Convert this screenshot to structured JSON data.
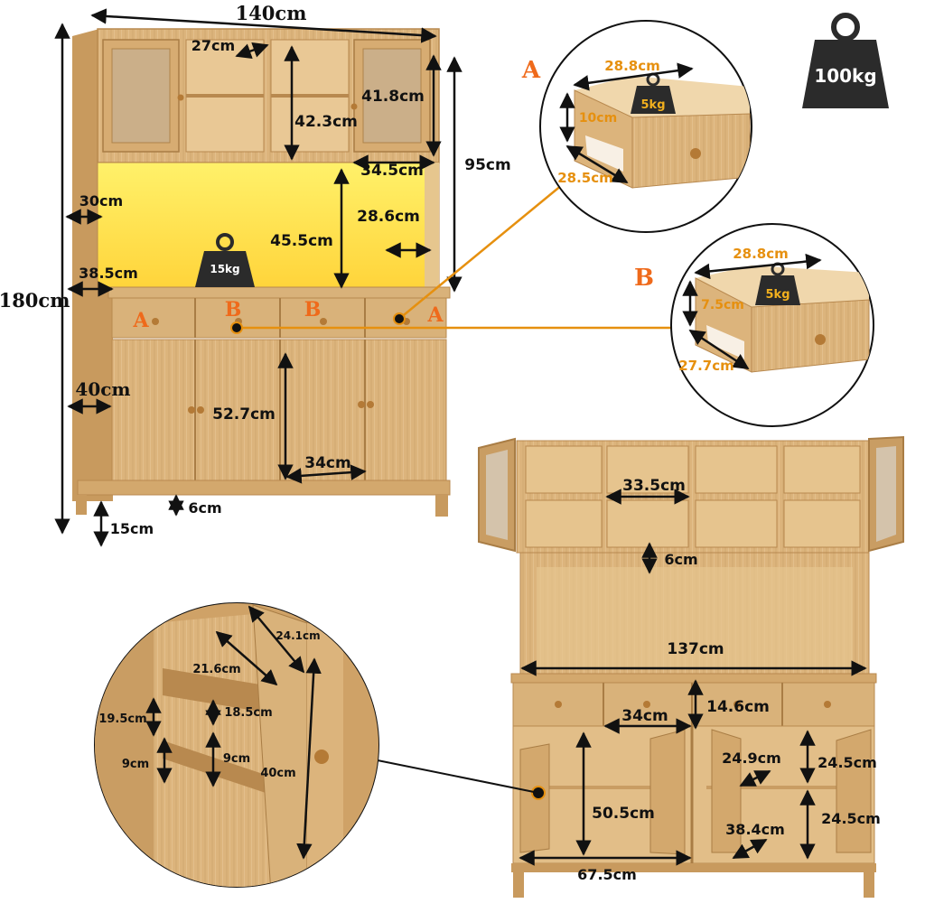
{
  "colors": {
    "wood": "#d9b27a",
    "wood_dark": "#b98b50",
    "wood_light": "#ecd2a4",
    "led": "#ffe84a",
    "accent_orange": "#ef6a1b",
    "dim_orange": "#e6900f",
    "weight_dark": "#2b2b2b"
  },
  "icons": [
    "weight-icon",
    "knob-icon",
    "glass-door"
  ],
  "dims": {
    "width_total": "140cm",
    "height_total": "180cm",
    "top_cell_width": "27cm",
    "top_cell_height": "42.3cm",
    "glass_cabinet_height": "41.8cm",
    "glass_cabinet_width": "34.5cm",
    "hutch_height": "95cm",
    "hutch_depth": "30cm",
    "counter_opening_height": "45.5cm",
    "counter_depth_inner": "28.6cm",
    "counter_depth": "38.5cm",
    "base_depth": "40cm",
    "base_door_height": "52.7cm",
    "base_door_width": "34cm",
    "base_plinth": "6cm",
    "leg_height": "15cm"
  },
  "weights": {
    "main": "100kg",
    "counter": "15kg",
    "drawer_a": "5kg",
    "drawer_b": "5kg"
  },
  "drawer_letters": {
    "a": "A",
    "b": "B"
  },
  "drawer_a": {
    "width": "28.8cm",
    "height": "10cm",
    "depth": "28.5cm"
  },
  "drawer_b": {
    "width": "28.8cm",
    "height": "7.5cm",
    "depth": "27.7cm"
  },
  "front_view": {
    "cell_width": "33.5cm",
    "gap": "6cm",
    "inner_width": "137cm",
    "drawer_height": "14.6cm",
    "drawer_width": "34cm",
    "cabinet_height": "50.5cm",
    "shelf_depth": "24.9cm",
    "upper_compartment": "24.5cm",
    "lower_compartment": "24.5cm",
    "shelf_length": "38.4cm",
    "cabinet_width": "67.5cm"
  },
  "detail": {
    "door_top": "24.1cm",
    "rack_length": "21.6cm",
    "upper_outer": "19.5cm",
    "upper_inner": "18.5cm",
    "lower_outer": "9cm",
    "lower_inner": "9cm",
    "door_height": "40cm"
  }
}
